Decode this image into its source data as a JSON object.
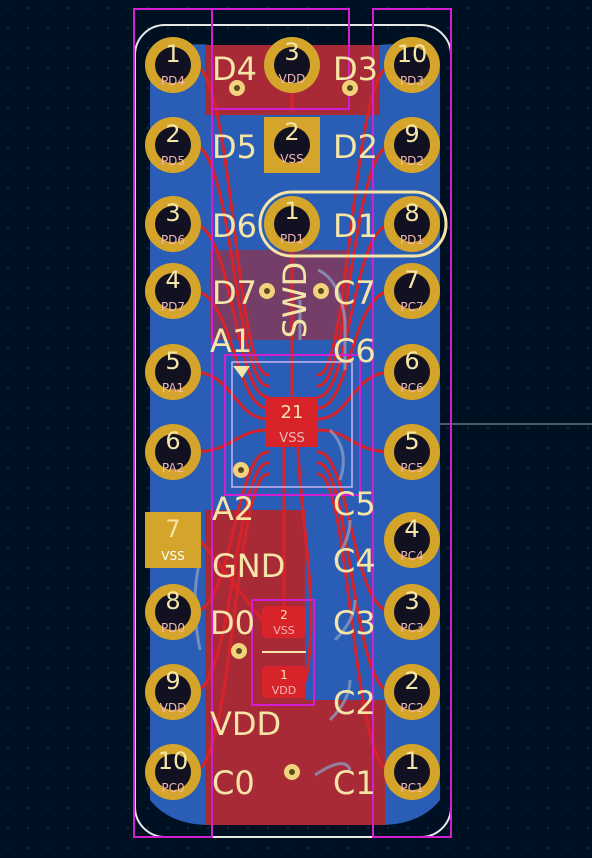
{
  "colors": {
    "background": "#001023",
    "board_blue": "#2a5db5",
    "copper_red": "#c4272c",
    "pad_gold": "#d4a52a",
    "silk_label": "#f5e6a8",
    "fab_label": "#f0b8b8",
    "courtyard": "#d21fd2",
    "outline": "#e8e8e8"
  },
  "left_header": [
    {
      "num": "1",
      "net": "PD4"
    },
    {
      "num": "2",
      "net": "PD5"
    },
    {
      "num": "3",
      "net": "PD6"
    },
    {
      "num": "4",
      "net": "PD7"
    },
    {
      "num": "5",
      "net": "PA1"
    },
    {
      "num": "6",
      "net": "PA2"
    },
    {
      "num": "7",
      "net": "VSS"
    },
    {
      "num": "8",
      "net": "PD0"
    },
    {
      "num": "9",
      "net": "VDD"
    },
    {
      "num": "10",
      "net": "PC0"
    }
  ],
  "right_header": [
    {
      "num": "10",
      "net": "PD3"
    },
    {
      "num": "9",
      "net": "PD2"
    },
    {
      "num": "8",
      "net": "PD1"
    },
    {
      "num": "7",
      "net": "PC7"
    },
    {
      "num": "6",
      "net": "PC6"
    },
    {
      "num": "5",
      "net": "PC5"
    },
    {
      "num": "4",
      "net": "PC4"
    },
    {
      "num": "3",
      "net": "PC3"
    },
    {
      "num": "2",
      "net": "PC2"
    },
    {
      "num": "1",
      "net": "PC1"
    }
  ],
  "left_silk": [
    "D4",
    "D5",
    "D6",
    "D7",
    "A1",
    "A2",
    "GND",
    "D0",
    "VDD",
    "C0"
  ],
  "right_silk": [
    "D3",
    "D2",
    "D1",
    "C7",
    "C6",
    "C5",
    "C4",
    "C3",
    "C2",
    "C1"
  ],
  "swd_header": {
    "label": "SWD",
    "pads": [
      {
        "num": "3",
        "net": "VDD"
      },
      {
        "num": "2",
        "net": "VSS"
      },
      {
        "num": "1",
        "net": "PD1"
      }
    ]
  },
  "ic_thermal_pad": {
    "num": "21",
    "net": "VSS"
  },
  "capacitor": {
    "pads": [
      {
        "num": "2",
        "net": "VSS"
      },
      {
        "num": "1",
        "net": "VDD"
      }
    ]
  }
}
